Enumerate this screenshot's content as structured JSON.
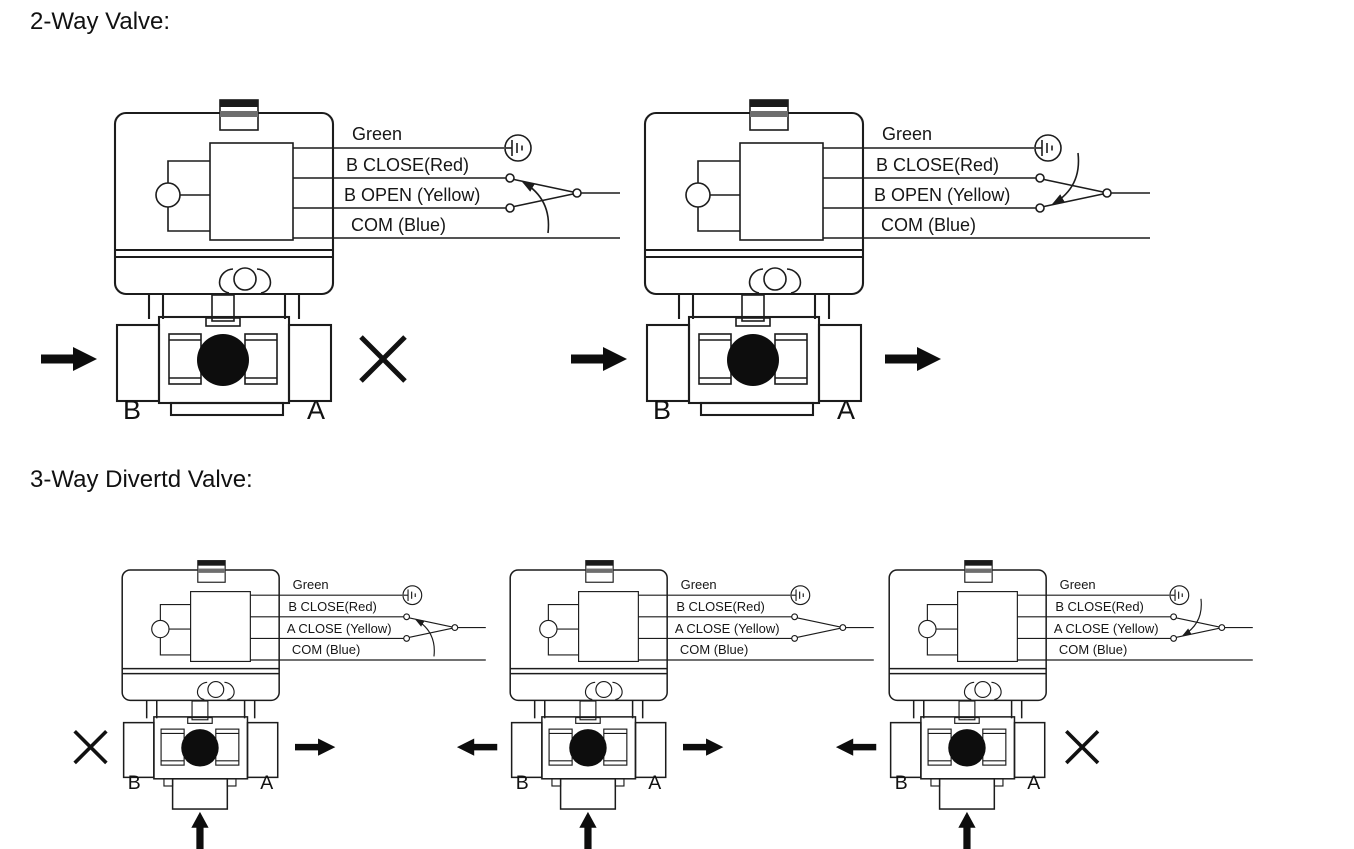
{
  "page": {
    "background": "#ffffff",
    "ink": "#1c1c1c"
  },
  "sections": [
    {
      "title": "2-Way Valve:",
      "wire_labels": [
        "Green",
        "B CLOSE(Red)",
        "B OPEN (Yellow)",
        "COM (Blue)"
      ],
      "port_labels": {
        "left": "B",
        "right": "A"
      },
      "diagrams": [
        {
          "name": "2-way-valve-closed",
          "switch_position": "lower",
          "flow": {
            "left": "inflow-arrow",
            "right": "blocked-x",
            "bottom": "none"
          }
        },
        {
          "name": "2-way-valve-open-b-to-a",
          "switch_position": "upper",
          "flow": {
            "left": "inflow-arrow",
            "right": "outflow-arrow",
            "bottom": "none"
          }
        }
      ]
    },
    {
      "title": "3-Way Divertd Valve:",
      "wire_labels": [
        "Green",
        "B CLOSE(Red)",
        "A CLOSE (Yellow)",
        "COM (Blue)"
      ],
      "port_labels": {
        "left": "B",
        "right": "A"
      },
      "diagrams": [
        {
          "name": "3-way-b-closed-flow-to-a",
          "switch_position": "lower",
          "flow": {
            "left": "blocked-x",
            "right": "outflow-arrow",
            "bottom": "inflow-arrow"
          }
        },
        {
          "name": "3-way-both-outlets-open",
          "switch_position": "neutral",
          "flow": {
            "left": "outflow-arrow",
            "right": "outflow-arrow",
            "bottom": "inflow-arrow"
          }
        },
        {
          "name": "3-way-a-closed-flow-to-b",
          "switch_position": "upper",
          "flow": {
            "left": "outflow-arrow",
            "right": "blocked-x",
            "bottom": "inflow-arrow"
          }
        }
      ]
    }
  ]
}
